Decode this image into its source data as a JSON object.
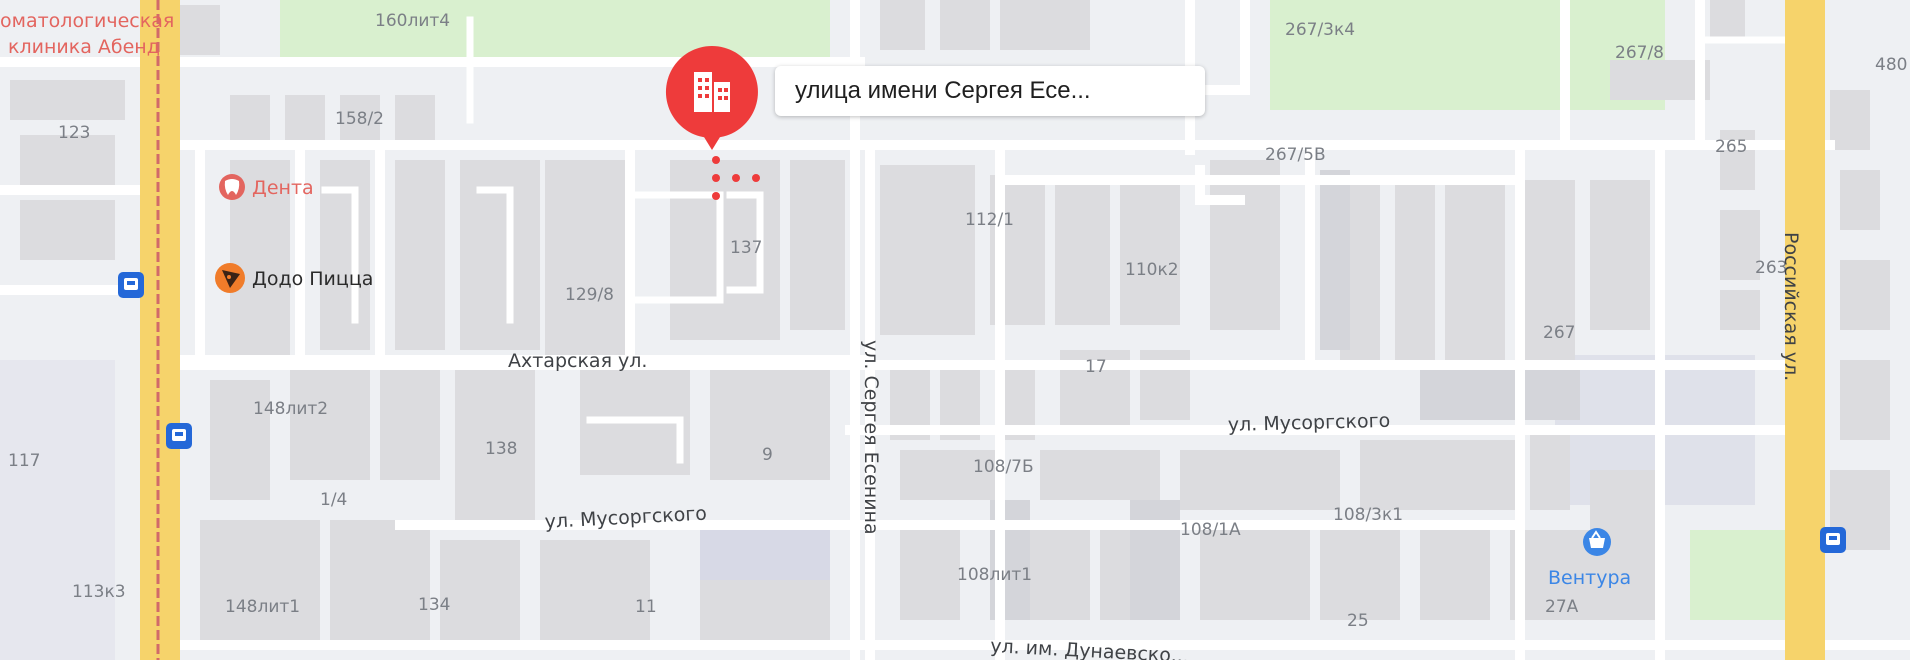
{
  "colors": {
    "background": "#eef0f3",
    "building": "#dcdcdf",
    "park": "#d9f0cf",
    "major_road": "#f6d36b",
    "railway": "#d16a6a",
    "pin": "#ee3b3b",
    "poi_red": "#e3655f",
    "poi_blue": "#3b86e6",
    "transit": "#2468d8"
  },
  "selected": {
    "title": "улица имени Сергея Есе...",
    "icon": "building-icon"
  },
  "streets": [
    {
      "id": "akhtarskaya",
      "name": "Ахтарская ул."
    },
    {
      "id": "musorgskogo-1",
      "name": "ул. Мусоргского"
    },
    {
      "id": "musorgskogo-2",
      "name": "ул. Мусоргского"
    },
    {
      "id": "esenina",
      "name": "ул. Сергея Есенина"
    },
    {
      "id": "rossiyskaya",
      "name": "Российская ул."
    },
    {
      "id": "dunaevskogo",
      "name": "ул. им. Дунаевско..."
    }
  ],
  "pois": [
    {
      "id": "clinic",
      "name": "оматологическая",
      "name2": "клиника Абенд",
      "icon": "tooth-icon"
    },
    {
      "id": "denta",
      "name": "Дента",
      "icon": "tooth-icon"
    },
    {
      "id": "dodo",
      "name": "Додо Пицца",
      "icon": "pizza-icon"
    },
    {
      "id": "ventura",
      "name": "Вентура",
      "icon": "basket-icon"
    }
  ],
  "house_numbers": [
    "160лит4",
    "267/3к4",
    "267/8",
    "480",
    "123",
    "158/2",
    "267/5В",
    "265",
    "137",
    "112/1",
    "110к2",
    "263",
    "129/8",
    "267",
    "148лит2",
    "17",
    "117",
    "138",
    "9",
    "108/7Б",
    "1/4",
    "108/1А",
    "108/3к1",
    "113к3",
    "148лит1",
    "134",
    "11",
    "108лит1",
    "25",
    "27А"
  ],
  "transit_stops": [
    "bus-stop-icon",
    "bus-stop-icon",
    "bus-stop-icon"
  ]
}
